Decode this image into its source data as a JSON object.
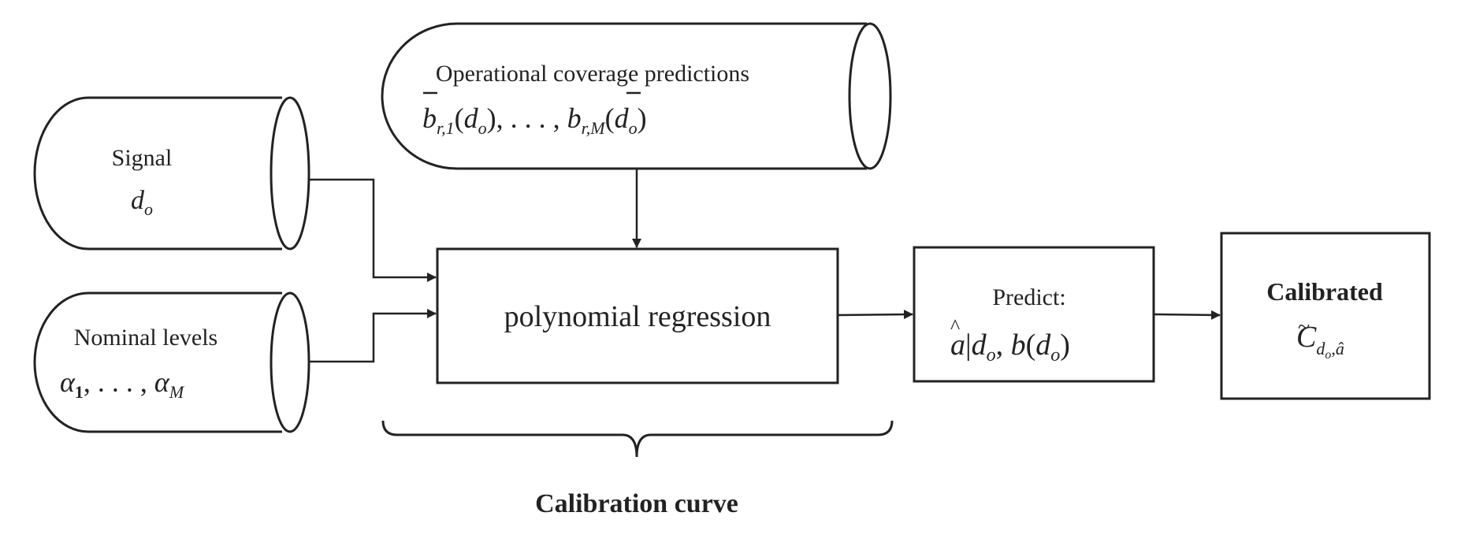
{
  "nodes": {
    "signal": {
      "title": "Signal",
      "var": "d",
      "sub": "o"
    },
    "nominal": {
      "title": "Nominal levels",
      "var": "α",
      "sub1": "1",
      "sep": ", . . . , ",
      "subM": "M"
    },
    "operational": {
      "title": "Operational coverage predictions",
      "var": "b",
      "sub1": "r,1",
      "arg": "d",
      "argsub": "o",
      "subM": "r,M",
      "sep": ", . . . , "
    },
    "regression": {
      "title": "polynomial regression"
    },
    "predict": {
      "title": "Predict:",
      "a": "a",
      "hat": "^",
      "bar": "|",
      "d": "d",
      "dsub": "o",
      "b": "b"
    },
    "calibrated": {
      "title": "Calibrated",
      "var": "C",
      "tilde": "~",
      "sub": "d",
      "subsub": "o",
      "subhat": "â"
    }
  },
  "brace": {
    "label": "Calibration curve"
  }
}
